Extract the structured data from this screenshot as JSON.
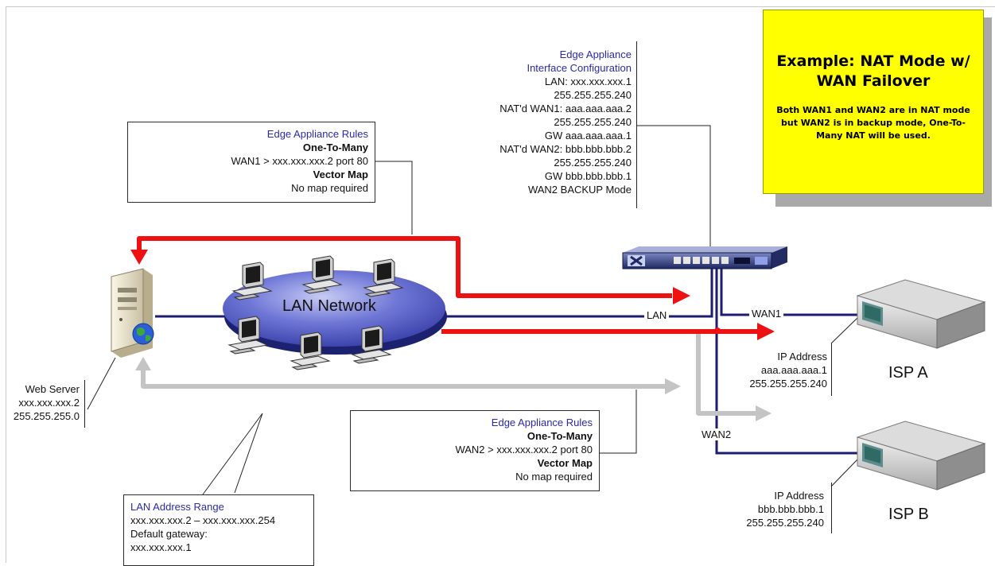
{
  "example": {
    "title_line1": "Example:  NAT Mode w/",
    "title_line2": "WAN Failover",
    "body": "Both WAN1 and WAN2 are in NAT mode but WAN2 is in backup mode, One-To-Many NAT will be used."
  },
  "interface_config": {
    "title_line1": "Edge Appliance",
    "title_line2": "Interface Configuration",
    "lines": [
      "LAN: xxx.xxx.xxx.1",
      "255.255.255.240",
      "NAT'd WAN1: aaa.aaa.aaa.2",
      "255.255.255.240",
      "GW aaa.aaa.aaa.1",
      "NAT'd WAN2: bbb.bbb.bbb.2",
      "255.255.255.240",
      "GW bbb.bbb.bbb.1",
      "WAN2 BACKUP Mode"
    ]
  },
  "rules_wan1": {
    "title": "Edge Appliance Rules",
    "heading1": "One-To-Many",
    "rule": "WAN1 > xxx.xxx.xxx.2 port 80",
    "heading2": "Vector Map",
    "map": "No map required"
  },
  "rules_wan2": {
    "title": "Edge Appliance Rules",
    "heading1": "One-To-Many",
    "rule": "WAN2 > xxx.xxx.xxx.2 port 80",
    "heading2": "Vector Map",
    "map": "No map required"
  },
  "lan_network": {
    "label": "LAN Network"
  },
  "web_server": {
    "name": "Web Server",
    "ip": "xxx.xxx.xxx.2",
    "mask": "255.255.255.0"
  },
  "lan_range": {
    "title": "LAN Address Range",
    "range": "xxx.xxx.xxx.2 – xxx.xxx.xxx.254",
    "gateway_label": "Default gateway:",
    "gateway": "xxx.xxx.xxx.1"
  },
  "links": {
    "lan": "LAN",
    "wan1": "WAN1",
    "wan2": "WAN2"
  },
  "isp_a": {
    "name": "ISP A",
    "ip_label": "IP Address",
    "ip": "aaa.aaa.aaa.1",
    "mask": "255.255.255.240"
  },
  "isp_b": {
    "name": "ISP B",
    "ip_label": "IP Address",
    "ip": "bbb.bbb.bbb.1",
    "mask": "255.255.255.240"
  },
  "colors": {
    "red_flow": "#ee1111",
    "gray_flow": "#c4c4c4",
    "navy_link": "#1c1c70",
    "cloud": "#3d46b8",
    "example_bg": "#ffff00"
  },
  "icons": {
    "server": "server-tower-icon",
    "globe": "globe-icon",
    "workstation": "workstation-icon",
    "appliance": "rack-appliance-icon",
    "modem": "modem-icon"
  }
}
